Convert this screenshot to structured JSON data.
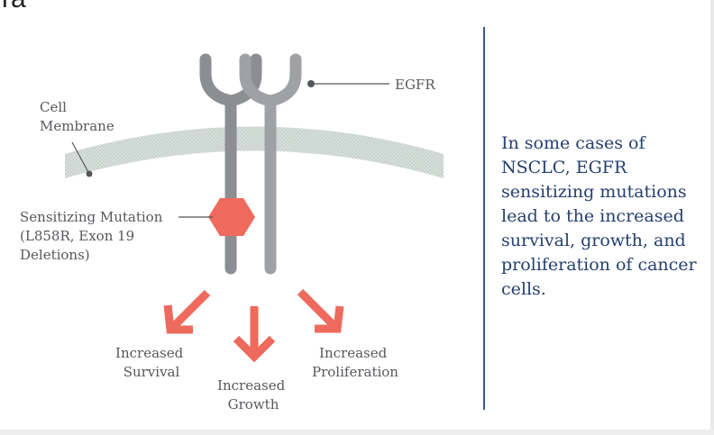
{
  "corner_text": "ra",
  "labels": {
    "egfr": "EGFR",
    "cell_membrane": [
      "Cell",
      "Membrane"
    ],
    "mutation": [
      "Sensitizing Mutation",
      "(L858R, Exon 19",
      "Deletions)"
    ],
    "survival": [
      "Increased",
      "Survival"
    ],
    "growth": [
      "Increased",
      "Growth"
    ],
    "proliferation": [
      "Increased",
      "Proliferation"
    ]
  },
  "description": "In some cases of NSCLC, EGFR sensitizing mutations lead to the increased survival, growth, and proliferation of cancer cells.",
  "colors": {
    "receptor": "#8f9194",
    "membrane": "#d5ddd9",
    "mutation": "#ee6a5c",
    "arrow": "#ee6a5c",
    "label_text": "#55585c",
    "description_text": "#243f6e",
    "divider": "#3c5a85"
  }
}
